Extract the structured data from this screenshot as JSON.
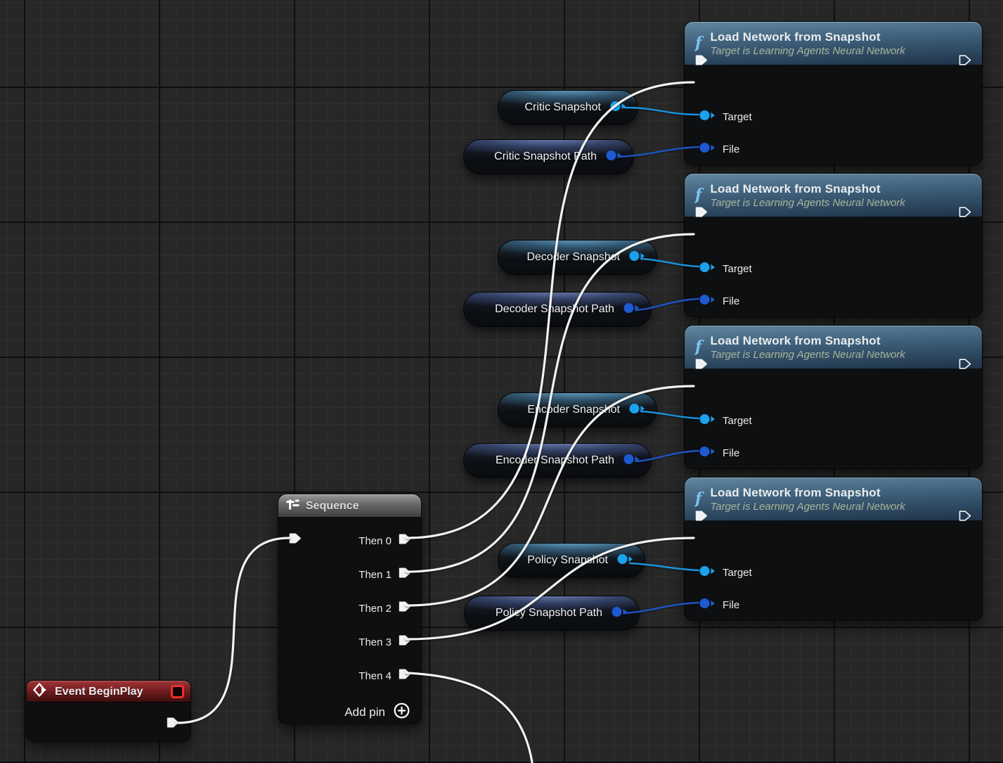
{
  "canvas": {
    "background": "#272727"
  },
  "colors": {
    "pin_exec": "#f2f2f2",
    "pin_object": "#1ba2ee",
    "pin_path": "#1d59d2",
    "wire_exec": "#f2f2f2",
    "wire_object": "#1b93dd",
    "wire_path": "#1d55c4",
    "header_function": "#3d5d78",
    "header_event": "#701c1e",
    "header_sequence": "#6c6c6c",
    "event_square": "#ea3029"
  },
  "icons": {
    "function_glyph": "f"
  },
  "event_node": {
    "title": "Event BeginPlay"
  },
  "sequence_node": {
    "title": "Sequence",
    "then_pins": [
      "Then 0",
      "Then 1",
      "Then 2",
      "Then 3",
      "Then 4"
    ],
    "add_pin_label": "Add pin"
  },
  "load_nodes": [
    {
      "title": "Load Network from Snapshot",
      "subtitle": "Target is Learning Agents Neural Network",
      "target_label": "Target",
      "file_label": "File"
    },
    {
      "title": "Load Network from Snapshot",
      "subtitle": "Target is Learning Agents Neural Network",
      "target_label": "Target",
      "file_label": "File"
    },
    {
      "title": "Load Network from Snapshot",
      "subtitle": "Target is Learning Agents Neural Network",
      "target_label": "Target",
      "file_label": "File"
    },
    {
      "title": "Load Network from Snapshot",
      "subtitle": "Target is Learning Agents Neural Network",
      "target_label": "Target",
      "file_label": "File"
    }
  ],
  "pills": [
    {
      "label": "Critic Snapshot",
      "type": "object-reference"
    },
    {
      "label": "Critic Snapshot Path",
      "type": "file-path"
    },
    {
      "label": "Decoder Snapshot",
      "type": "object-reference"
    },
    {
      "label": "Decoder Snapshot Path",
      "type": "file-path"
    },
    {
      "label": "Encoder Snapshot",
      "type": "object-reference"
    },
    {
      "label": "Encoder Snapshot Path",
      "type": "file-path"
    },
    {
      "label": "Policy Snapshot",
      "type": "object-reference"
    },
    {
      "label": "Policy Snapshot Path",
      "type": "file-path"
    }
  ]
}
